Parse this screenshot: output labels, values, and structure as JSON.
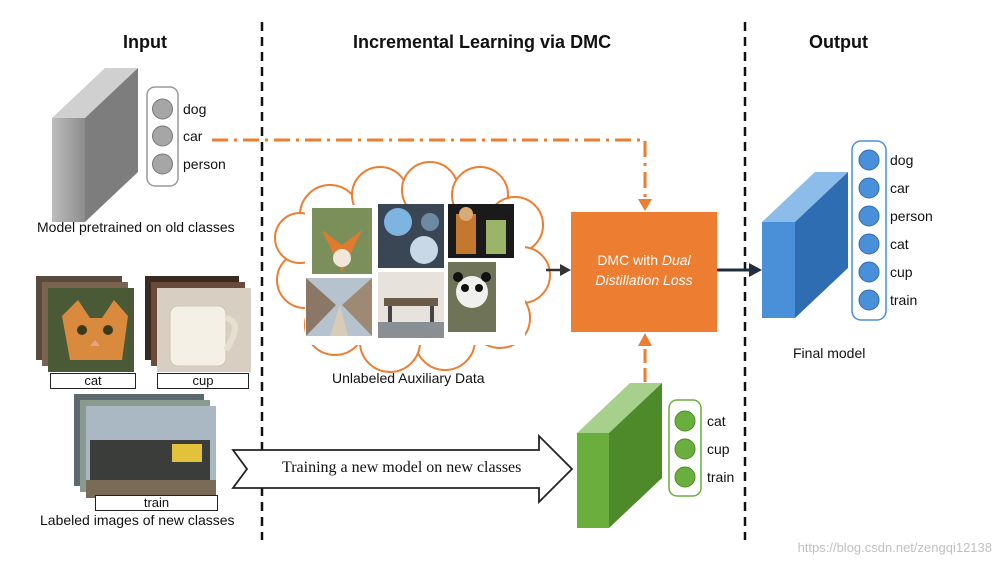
{
  "headers": {
    "input": "Input",
    "incremental": "Incremental Learning via DMC",
    "output": "Output"
  },
  "old_model": {
    "classes": [
      "dog",
      "car",
      "person"
    ],
    "caption": "Model pretrained on old classes"
  },
  "new_images": {
    "labels": [
      "cat",
      "cup",
      "train"
    ],
    "caption": "Labeled images of new classes"
  },
  "auxiliary": {
    "caption": "Unlabeled Auxiliary Data"
  },
  "dmc": {
    "text_plain": "DMC with ",
    "text_italic_1": "Dual",
    "text_italic_2": "Distillation Loss"
  },
  "training_arrow": {
    "label": "Training a new model on new classes"
  },
  "new_model": {
    "classes": [
      "cat",
      "cup",
      "train"
    ]
  },
  "final_model": {
    "classes": [
      "dog",
      "car",
      "person",
      "cat",
      "cup",
      "train"
    ],
    "caption": "Final model"
  },
  "watermark": "https://blog.csdn.net/zengqi12138",
  "colors": {
    "orange": "#ED7D31",
    "blue": "#4A90D9",
    "green": "#6AAE3E",
    "gray": "#9A9A9A"
  }
}
